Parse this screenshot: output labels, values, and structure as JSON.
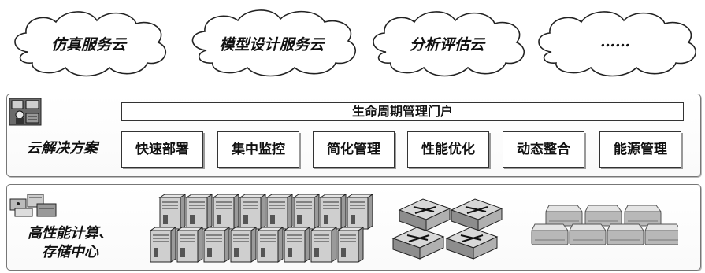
{
  "clouds": [
    {
      "label": "仿真服务云"
    },
    {
      "label": "模型设计服务云"
    },
    {
      "label": "分析评估云"
    },
    {
      "label": "……"
    }
  ],
  "solution": {
    "label": "云解决方案",
    "portal": "生命周期管理门户",
    "modules": [
      "快速部署",
      "集中监控",
      "简化管理",
      "性能优化",
      "动态整合",
      "能源管理"
    ]
  },
  "datacenter": {
    "label_line1": "高性能计算、",
    "label_line2": "存储中心"
  }
}
